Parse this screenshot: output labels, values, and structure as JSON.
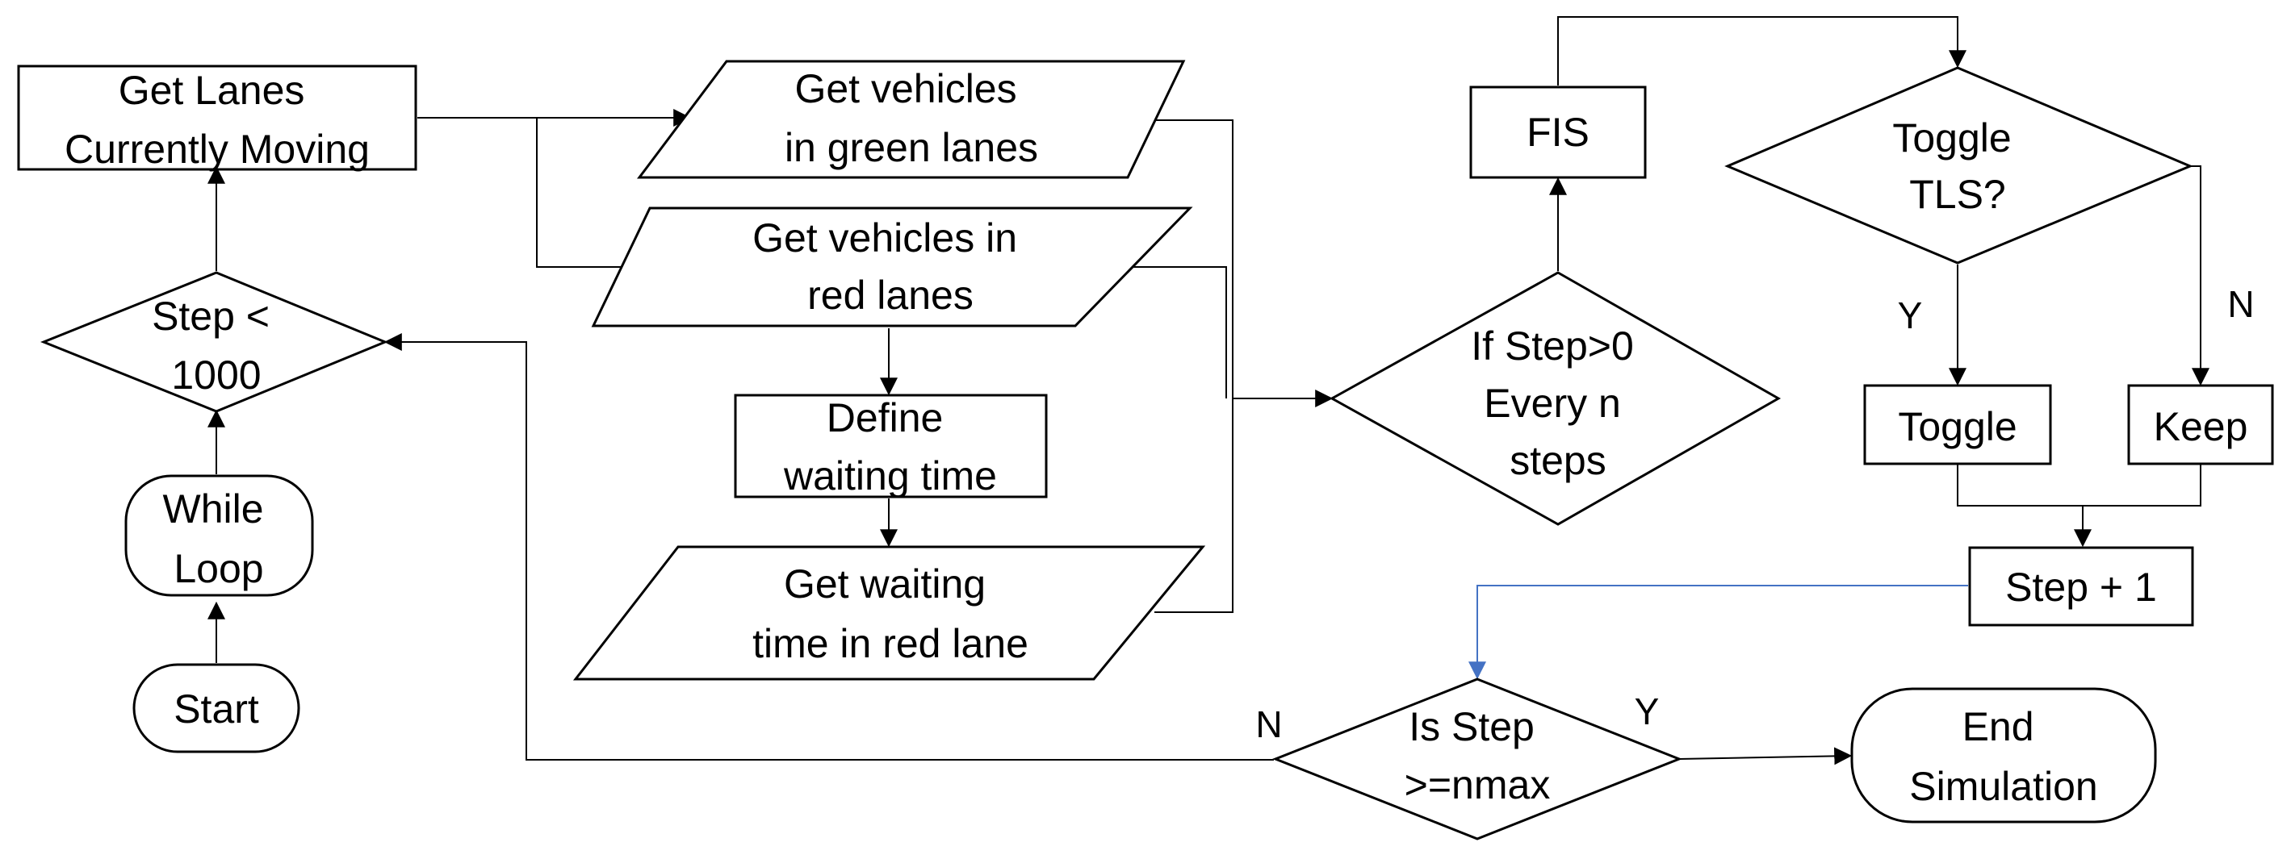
{
  "nodes": {
    "start": {
      "lines": [
        "Start"
      ]
    },
    "while_loop": {
      "lines": [
        "While",
        "Loop"
      ]
    },
    "step_check": {
      "lines": [
        "Step <",
        "1000"
      ]
    },
    "get_lanes": {
      "lines": [
        "Get Lanes",
        "Currently Moving"
      ]
    },
    "green_vehicles": {
      "lines": [
        "Get vehicles",
        "in green lanes"
      ]
    },
    "red_vehicles": {
      "lines": [
        "Get vehicles in",
        "red lanes"
      ]
    },
    "define_wait": {
      "lines": [
        "Define",
        "waiting time"
      ]
    },
    "get_wait": {
      "lines": [
        "Get waiting",
        "time in red lane"
      ]
    },
    "fis": {
      "lines": [
        "FIS"
      ]
    },
    "step_condition": {
      "lines": [
        "If Step>0",
        "Every n",
        "steps"
      ]
    },
    "toggle_tls": {
      "lines": [
        "Toggle",
        "TLS?"
      ]
    },
    "toggle": {
      "lines": [
        "Toggle"
      ]
    },
    "keep": {
      "lines": [
        "Keep"
      ]
    },
    "step_plus": {
      "lines": [
        "Step + 1"
      ]
    },
    "is_step": {
      "lines": [
        "Is Step",
        ">=nmax"
      ]
    },
    "end_sim": {
      "lines": [
        "End",
        "Simulation"
      ]
    }
  },
  "edge_labels": {
    "tls_yes": "Y",
    "tls_no": "N",
    "nmax_no": "N",
    "nmax_yes": "Y"
  },
  "colors": {
    "stroke": "#000000",
    "feedback_arrow": "#4472C4",
    "background": "#ffffff"
  }
}
